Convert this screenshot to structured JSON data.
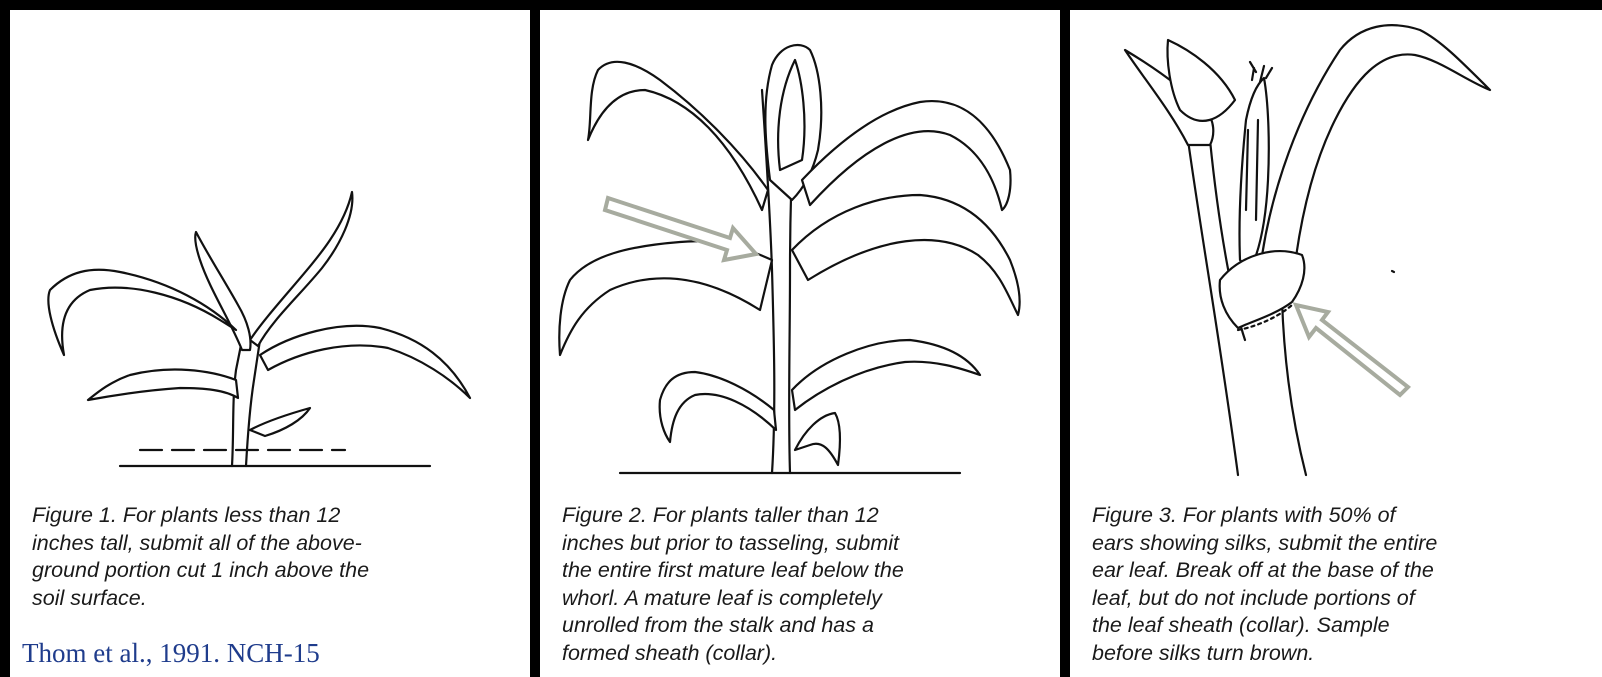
{
  "figures": [
    {
      "caption_lines": [
        "Figure 1. For plants less than 12",
        "inches tall, submit all of the above-",
        "ground portion cut 1 inch above the",
        "soil surface."
      ]
    },
    {
      "caption_lines": [
        "Figure 2. For plants taller than 12",
        "inches but prior to tasseling, submit",
        "the entire first mature leaf below the",
        "whorl. A mature leaf is completely",
        "unrolled from the stalk and has a",
        "formed sheath (collar)."
      ]
    },
    {
      "caption_lines": [
        "Figure 3. For plants with 50% of",
        "ears showing silks, submit the entire",
        "ear leaf. Break off at the base of the",
        "leaf, but do not include portions of",
        "the leaf sheath (collar). Sample",
        "before silks turn brown."
      ]
    }
  ],
  "credit": "Thom et al., 1991. NCH-15",
  "colors": {
    "border": "#000000",
    "arrow_outline": "#a7ab9f",
    "credit_text": "#1f3c8c",
    "line_art": "#111111"
  },
  "icons": [
    "seedling-illustration",
    "corn-plant-illustration",
    "ear-leaf-illustration",
    "pointer-arrow-icon"
  ]
}
